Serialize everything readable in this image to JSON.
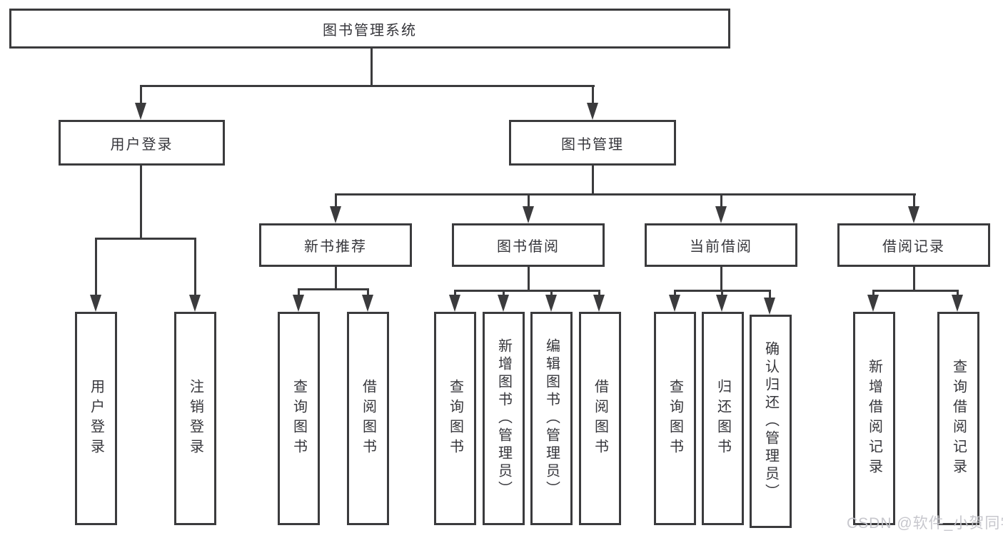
{
  "diagram_title": "图书管理系统",
  "root": {
    "label": "图书管理系统"
  },
  "level2": [
    {
      "id": "user-login",
      "label": "用户登录"
    },
    {
      "id": "book-management",
      "label": "图书管理"
    }
  ],
  "level3": [
    {
      "id": "new-book-recommend",
      "label": "新书推荐"
    },
    {
      "id": "book-borrow",
      "label": "图书借阅"
    },
    {
      "id": "current-borrow",
      "label": "当前借阅"
    },
    {
      "id": "borrow-records",
      "label": "借阅记录"
    }
  ],
  "leaves": {
    "user_login": [
      "用户登录",
      "注销登录"
    ],
    "new_book_recommend": [
      "查询图书",
      "借阅图书"
    ],
    "book_borrow": [
      "查询图书",
      "新增图书（管理员）",
      "编辑图书（管理员）",
      "借阅图书"
    ],
    "current_borrow": [
      "查询图书",
      "归还图书",
      "确认归还（管理员）"
    ],
    "borrow_records": [
      "新增借阅记录",
      "查询借阅记录"
    ]
  },
  "watermark": "CSDN @软件_小贺同学",
  "colors": {
    "line": "#3b3b3d",
    "text": "#36363b",
    "background": "#ffffff",
    "watermark": "#c4c4ca"
  }
}
